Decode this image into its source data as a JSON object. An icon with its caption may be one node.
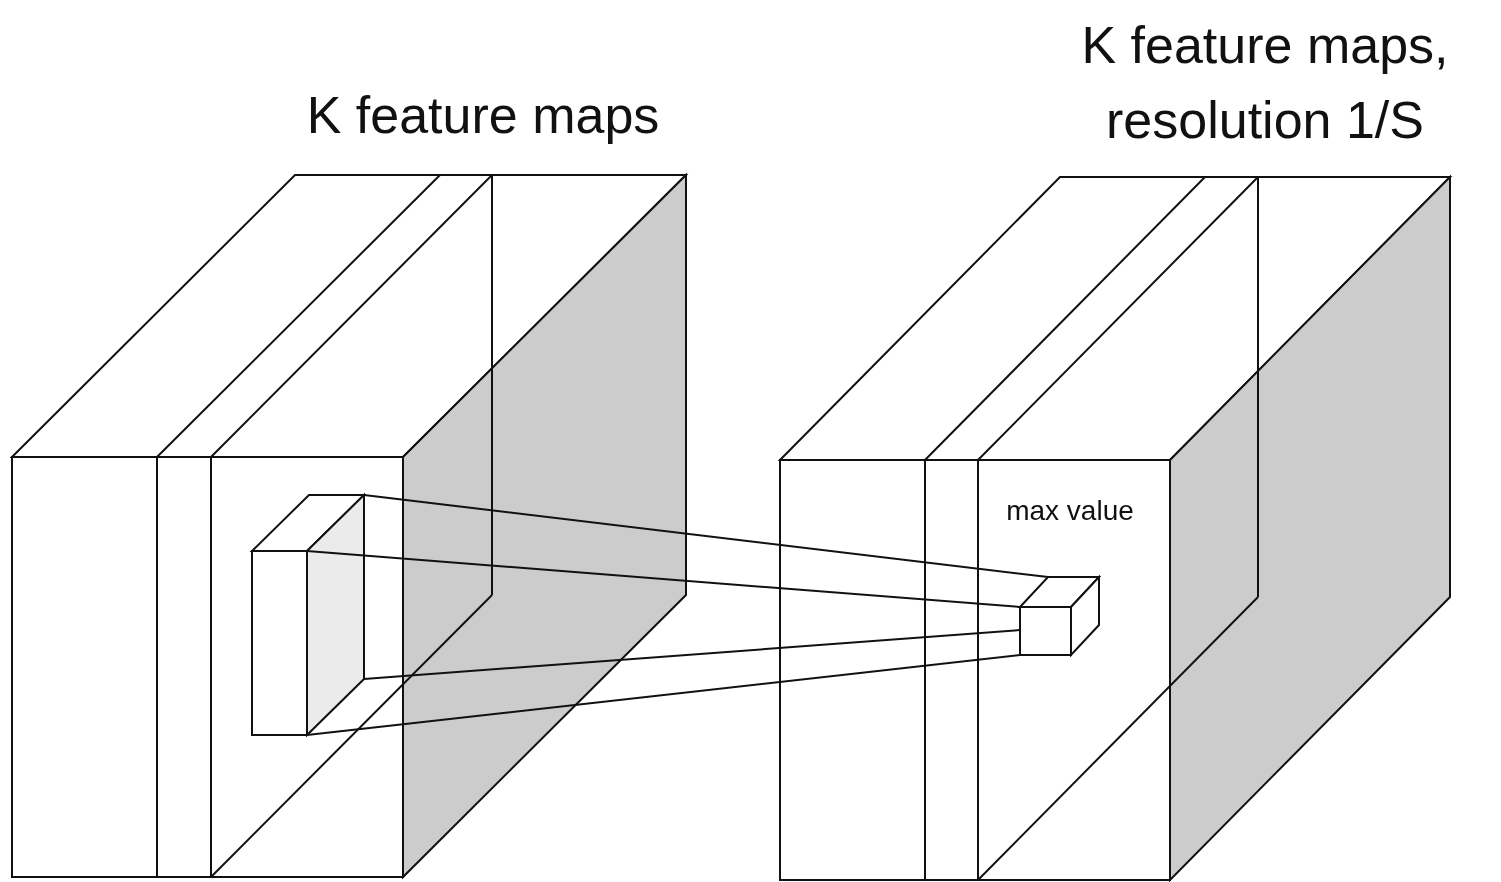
{
  "diagram": {
    "nodes": [
      {
        "text": [
          "K feature maps"
        ]
      },
      {
        "text": [],
        "shape": "box",
        "in": 0
      },
      {
        "text": [
          "K feature maps, resolution 1/S"
        ]
      },
      {
        "text": [],
        "shape": "box",
        "in": 2,
        "beside": [
          "max value"
        ]
      }
    ],
    "edges": [
      {
        "from": 1,
        "to": 3,
        "arrow": "none"
      },
      {
        "from": 1,
        "to": 3,
        "arrow": "none"
      },
      {
        "from": 1,
        "to": 3,
        "arrow": "none"
      },
      {
        "from": 1,
        "to": 3,
        "arrow": "none"
      }
    ]
  }
}
